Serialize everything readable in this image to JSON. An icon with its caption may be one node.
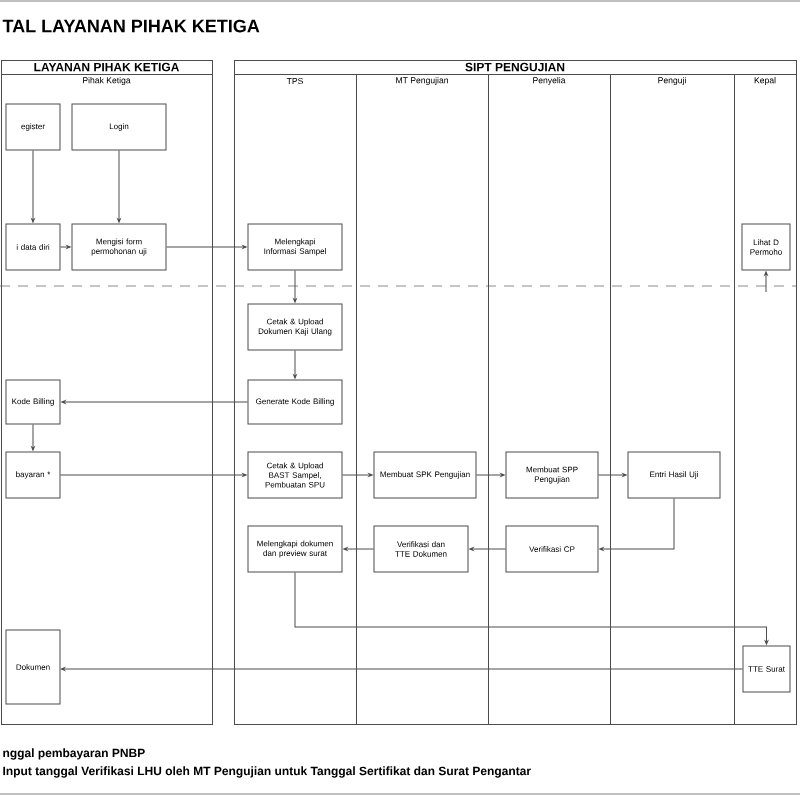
{
  "diagram": {
    "title": "TAL LAYANAN PIHAK KETIGA",
    "nodes": [
      {
        "text": [
          "LAYANAN PIHAK KETIGA"
        ]
      },
      {
        "text": [
          "Pihak Ketiga"
        ],
        "in": 0
      },
      {
        "text": [
          "SIPT PENGUJIAN"
        ]
      },
      {
        "text": [
          "TPS"
        ],
        "in": 2
      },
      {
        "text": [
          "MT Pengujian"
        ],
        "in": 2
      },
      {
        "text": [
          "Penyelia"
        ],
        "in": 2
      },
      {
        "text": [
          "Penguji"
        ],
        "in": 2
      },
      {
        "text": [
          "Kepal"
        ],
        "in": 2
      },
      {
        "text": [
          "egister"
        ],
        "in": 1
      },
      {
        "text": [
          "Login"
        ],
        "in": 1
      },
      {
        "text": [
          "i data diri"
        ],
        "in": 1
      },
      {
        "text": [
          "Mengisi form permohonan uji"
        ],
        "in": 1
      },
      {
        "text": [
          "Kode Billing"
        ],
        "in": 1
      },
      {
        "text": [
          "bayaran *"
        ],
        "in": 1
      },
      {
        "text": [
          "Dokumen"
        ],
        "in": 1
      },
      {
        "text": [
          "Melengkapi Informasi Sampel"
        ],
        "in": 3
      },
      {
        "text": [
          "Cetak & Upload Dokumen Kaji Ulang"
        ],
        "in": 3
      },
      {
        "text": [
          "Generate Kode Billing"
        ],
        "in": 3
      },
      {
        "text": [
          "Cetak & Upload BAST Sampel, Pembuatan SPU"
        ],
        "in": 3
      },
      {
        "text": [
          "Melengkapi dokumen dan preview surat"
        ],
        "in": 3
      },
      {
        "text": [
          "Membuat SPK Pengujian"
        ],
        "in": 4
      },
      {
        "text": [
          "Verifikasi dan TTE Dokumen"
        ],
        "in": 4
      },
      {
        "text": [
          "Membuat SPP Pengujian"
        ],
        "in": 5
      },
      {
        "text": [
          "Verifikasi CP"
        ],
        "in": 5
      },
      {
        "text": [
          "Entri Hasil Uji"
        ],
        "in": 6
      },
      {
        "text": [
          "Lihat D Permoho"
        ],
        "in": 7
      },
      {
        "text": [
          "TTE Surat"
        ],
        "in": 7
      }
    ],
    "edges": [
      {
        "from": 8,
        "to": 10,
        "arrow": "to"
      },
      {
        "from": 9,
        "to": 11,
        "arrow": "to"
      },
      {
        "from": 10,
        "to": 11,
        "arrow": "to"
      },
      {
        "from": 11,
        "to": 15,
        "arrow": "to"
      },
      {
        "from": 15,
        "to": 16,
        "arrow": "to"
      },
      {
        "from": 16,
        "to": 17,
        "arrow": "to"
      },
      {
        "from": 17,
        "to": 12,
        "arrow": "to"
      },
      {
        "from": 12,
        "to": 13,
        "arrow": "to"
      },
      {
        "from": 13,
        "to": 18,
        "arrow": "to"
      },
      {
        "from": 18,
        "to": 20,
        "arrow": "to"
      },
      {
        "from": 20,
        "to": 22,
        "arrow": "to"
      },
      {
        "from": 22,
        "to": 24,
        "arrow": "to"
      },
      {
        "from": 24,
        "to": 23,
        "arrow": "to"
      },
      {
        "from": 23,
        "to": 21,
        "arrow": "to"
      },
      {
        "from": 21,
        "to": 19,
        "arrow": "to"
      },
      {
        "from": 19,
        "to": 26,
        "arrow": "to"
      },
      {
        "from": 26,
        "to": 14,
        "arrow": "to"
      },
      {
        "from": null,
        "to": 25,
        "arrow": "to"
      }
    ],
    "labels": [
      "nggal pembayaran PNBP",
      "Input tanggal Verifikasi LHU oleh MT Pengujian untuk Tanggal Sertifikat dan Surat Pengantar"
    ]
  }
}
